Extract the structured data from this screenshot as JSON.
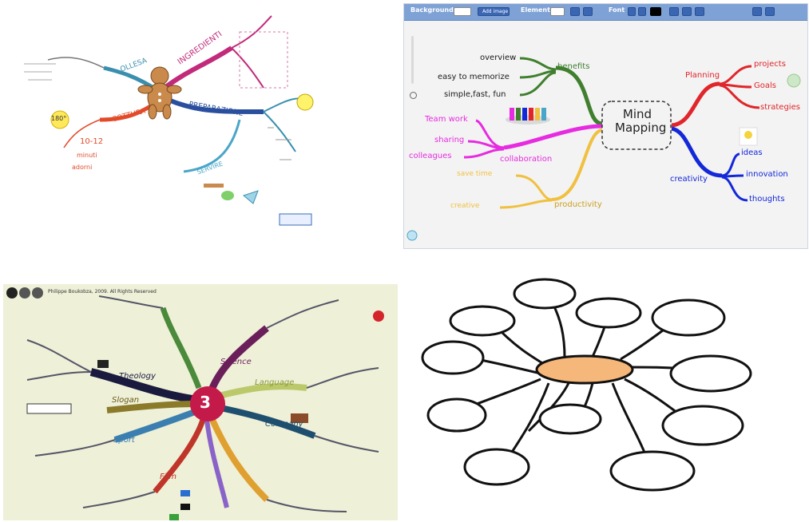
{
  "panel_recipe": {
    "center_label": "",
    "left_branches": [
      "OLLESA",
      "COTTURA"
    ],
    "right_branches": [
      "INGREDIENTI",
      "PREPARAZIONE",
      "SERVIRE"
    ],
    "temp_note": "180°",
    "time_note": "10-12",
    "time_unit": "minuti",
    "extra_note": "adorni"
  },
  "panel_mindmap": {
    "toolbar": {
      "background_label": "Background",
      "element_label": "Element",
      "font_label": "Font",
      "add_image_label": "Add image"
    },
    "center_title_line1": "Mind",
    "center_title_line2": "Mapping",
    "branches": {
      "benefits": {
        "label": "benefits",
        "color": "#3f7f2e",
        "leaves": [
          "overview",
          "easy to memorize",
          "simple,fast, fun"
        ]
      },
      "collaboration": {
        "label": "collaboration",
        "color": "#e62be0",
        "leaves": [
          "Team work",
          "sharing",
          "colleagues"
        ]
      },
      "productivity": {
        "label": "productivity",
        "color": "#f0c040",
        "leaves": [
          "save time",
          "creative"
        ]
      },
      "planning": {
        "label": "Planning",
        "color": "#e0262b",
        "leaves": [
          "projects",
          "Goals",
          "strategies"
        ]
      },
      "creativity": {
        "label": "creativity",
        "color": "#1328d8",
        "leaves": [
          "ideas",
          "innovation",
          "thoughts"
        ]
      }
    }
  },
  "panel_school": {
    "header_text": "Philippe Boukobza, 2009. All Rights Reserved",
    "center_number": "3",
    "branches": [
      "Theology",
      "Slogan",
      "Sport",
      "Film",
      "Science",
      "Language",
      "Company"
    ]
  },
  "panel_blank": {
    "center_color": "#f6b77a",
    "bubble_count_label": ""
  }
}
